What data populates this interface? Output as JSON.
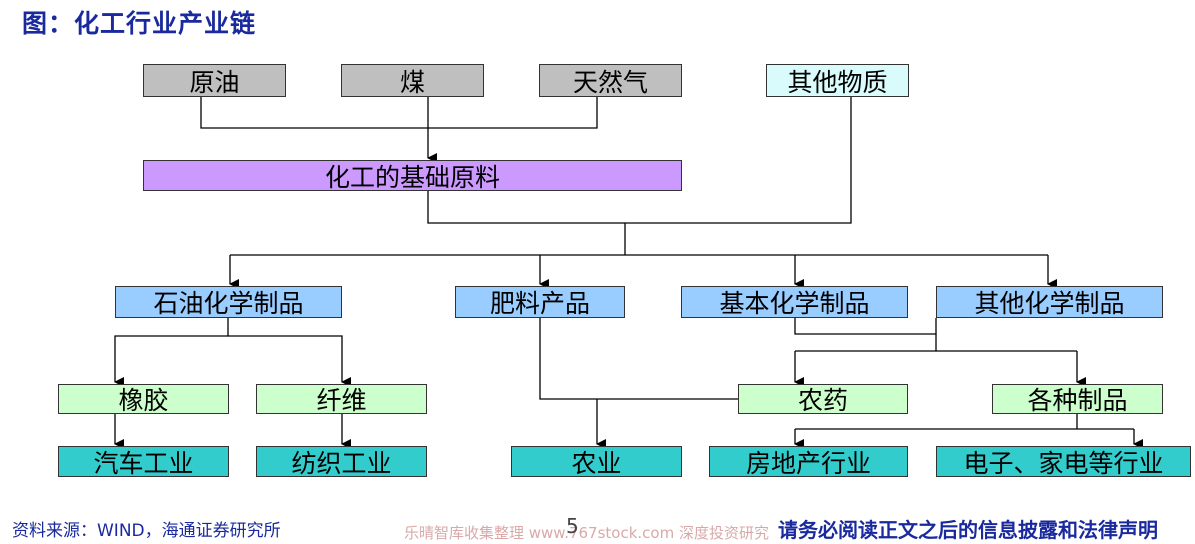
{
  "title": "图：化工行业产业链",
  "nodes": {
    "crude_oil": "原油",
    "coal": "煤",
    "natural_gas": "天然气",
    "other_materials": "其他物质",
    "basic_raw": "化工的基础原料",
    "petro_products": "石油化学制品",
    "fertilizer": "肥料产品",
    "basic_chem": "基本化学制品",
    "other_chem": "其他化学制品",
    "rubber": "橡胶",
    "fiber": "纤维",
    "pesticide": "农药",
    "various_products": "各种制品",
    "auto": "汽车工业",
    "textile": "纺织工业",
    "agriculture": "农业",
    "real_estate": "房地产行业",
    "electronics": "电子、家电等行业"
  },
  "footer": {
    "source": "资料来源：WIND，海通证券研究所",
    "page": "5",
    "watermark": "乐晴智库收集整理 www.767stock.com 深度投资研究",
    "disclaimer": "请务必阅读正文之后的信息披露和法律声明"
  }
}
